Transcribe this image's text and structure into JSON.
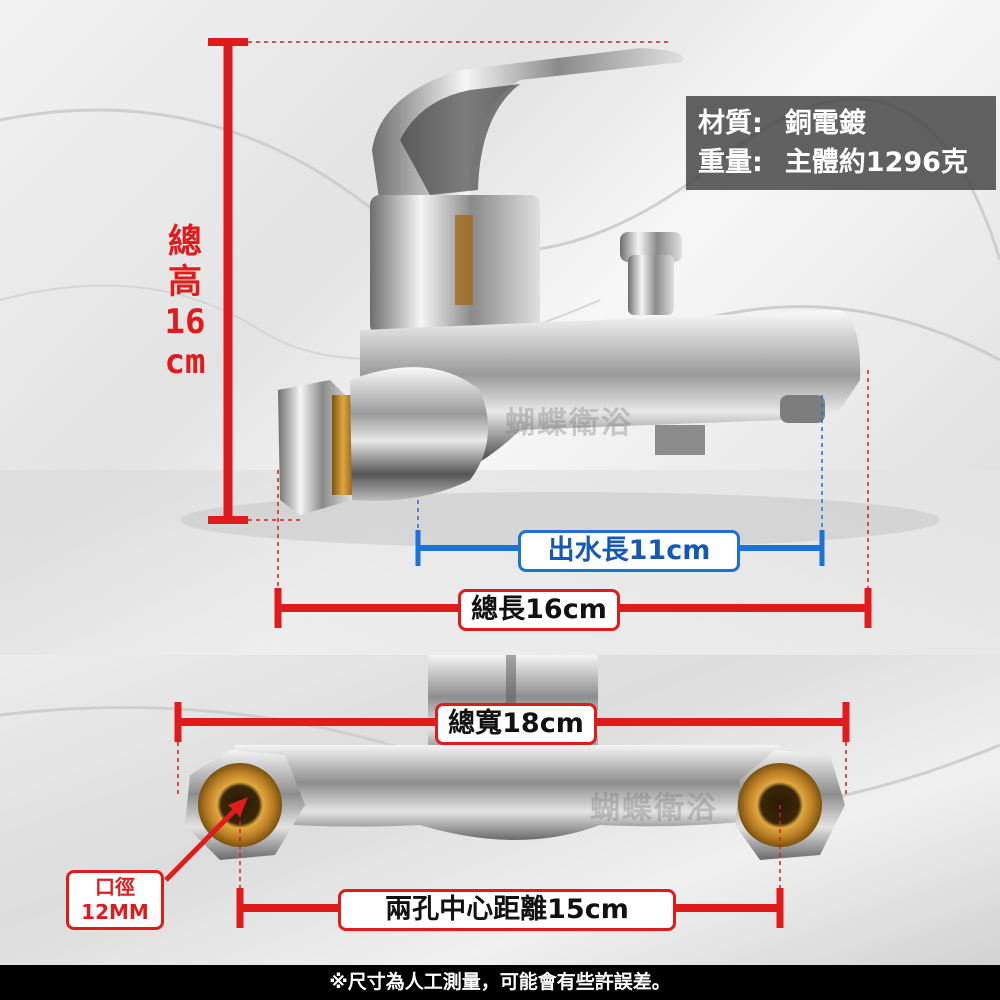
{
  "labels": {
    "total_height": "總高16cm",
    "material_key": "材質:",
    "material_value": "銅電鍍",
    "weight_key": "重量:",
    "weight_value": "主體約1296克",
    "spout_length": "出水長11cm",
    "total_length": "總長16cm",
    "total_width": "總寬18cm",
    "caliber": "口徑 12MM",
    "hole_distance": "兩孔中心距離15cm",
    "footer": "※尺寸為人工測量，可能會有些許誤差。",
    "watermark": "蝴蝶衛浴"
  },
  "colors": {
    "measure_red": "#e01b1b",
    "measure_blue": "#1a73d9",
    "info_box_bg": "#464646",
    "brass": "#c8902e"
  },
  "icons": {
    "faucet_side_view": "faucet-side-icon",
    "faucet_bottom_view": "faucet-bottom-icon"
  }
}
